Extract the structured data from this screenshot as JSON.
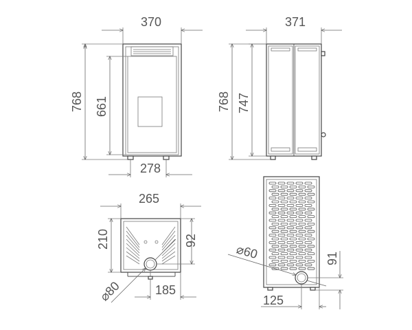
{
  "dimensions": {
    "front_width": "370",
    "front_height": "768",
    "front_inner_height": "661",
    "front_base_width": "278",
    "side_width": "371",
    "side_height": "768",
    "side_inner_height": "747",
    "top_width": "265",
    "top_depth": "210",
    "top_flue_offset_height": "92",
    "top_flue_diameter": "⌀80",
    "top_flue_offset_width": "185",
    "back_flue_diameter": "⌀60",
    "back_flue_height": "91",
    "back_flue_offset": "125"
  },
  "colors": {
    "line": "#555555",
    "background": "#ffffff"
  }
}
